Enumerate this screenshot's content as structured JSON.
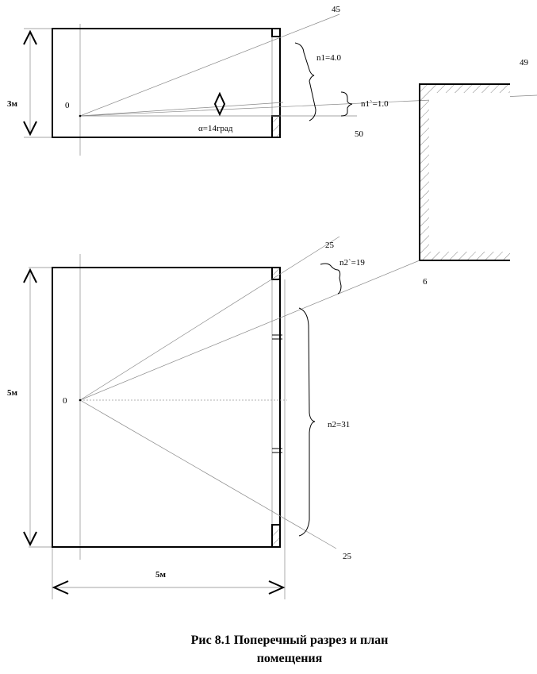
{
  "section": {
    "height_label": "3м",
    "origin_label": "0",
    "ray_labels": [
      "45",
      "49",
      "50"
    ],
    "n1_label": "n1=4.0",
    "n1_prime_label": "n1`=1.0",
    "angle_label": "α=14град"
  },
  "building": {
    "label": "6"
  },
  "plan": {
    "height_label": "5м",
    "width_label": "5м",
    "origin_label": "0",
    "ray_labels": [
      "25",
      "25"
    ],
    "n2_prime_label": "n2`=19",
    "n2_label": "n2=31"
  },
  "caption": {
    "line1": "Рис 8.1 Поперечный разрез и план",
    "line2": "помещения"
  }
}
